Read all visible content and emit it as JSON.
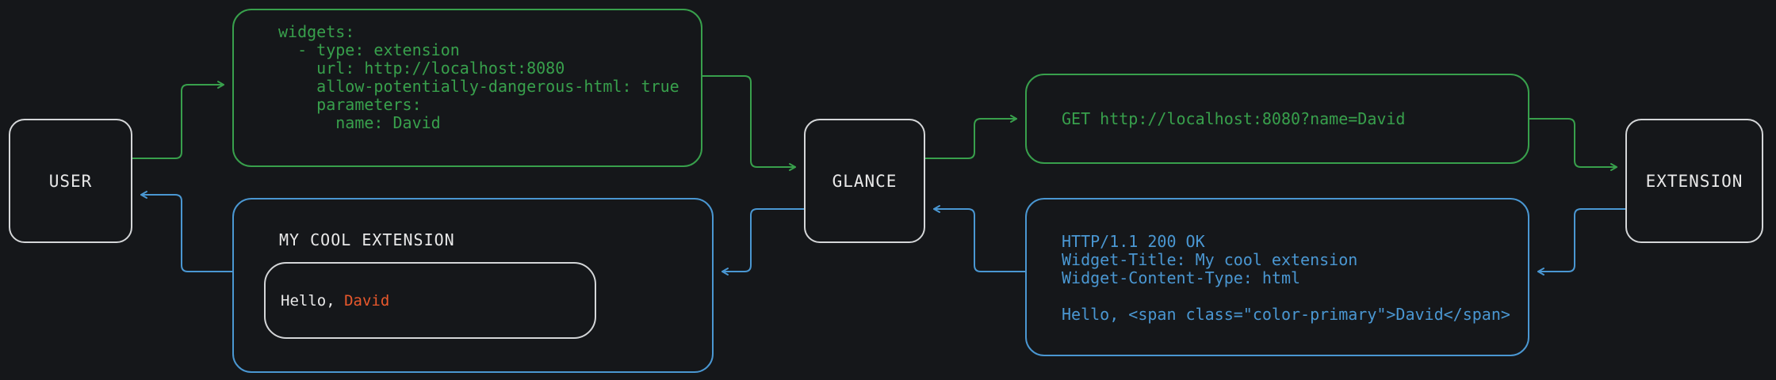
{
  "nodes": {
    "user": "USER",
    "glance": "GLANCE",
    "extension": "EXTENSION"
  },
  "config_box": {
    "lines": [
      "widgets:",
      "  - type: extension",
      "    url: http://localhost:8080",
      "    allow-potentially-dangerous-html: true",
      "    parameters:",
      "      name: David"
    ]
  },
  "request_box": {
    "text": "GET http://localhost:8080?name=David"
  },
  "response_box": {
    "lines": [
      "HTTP/1.1 200 OK",
      "Widget-Title: My cool extension",
      "Widget-Content-Type: html",
      "",
      "Hello, <span class=\"color-primary\">David</span>"
    ]
  },
  "widget_box": {
    "title": "MY COOL EXTENSION",
    "greeting_prefix": "Hello, ",
    "greeting_name": "David"
  },
  "colors": {
    "request": "#38a04c",
    "response": "#4a97d2",
    "accent": "#e8582c",
    "text": "#e9e9e9",
    "background": "#15171a"
  }
}
